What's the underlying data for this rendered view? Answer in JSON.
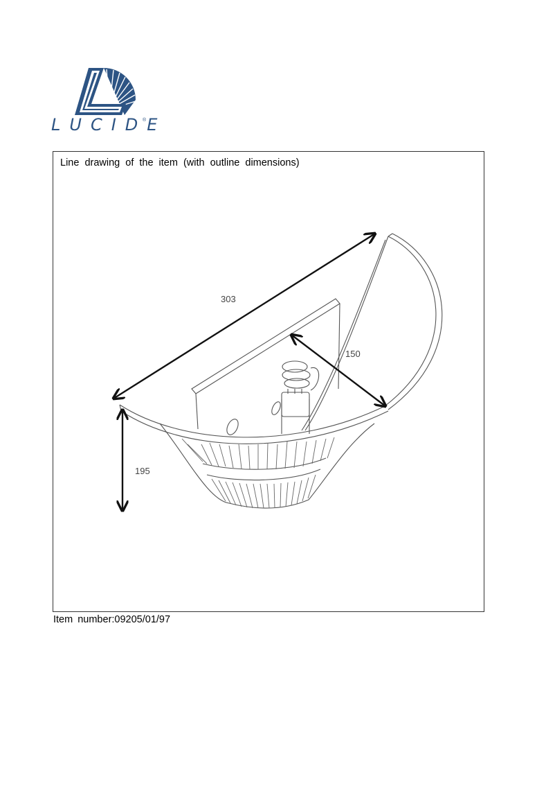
{
  "brand": {
    "name": "LUCIDE",
    "registered_mark": "®",
    "color": "#2d5484"
  },
  "frame": {
    "title": "Line drawing of the item (with outline dimensions)"
  },
  "dimensions": {
    "length": "303",
    "depth": "150",
    "height": "195"
  },
  "footer": {
    "item_number": "Item number:09205/01/97"
  }
}
